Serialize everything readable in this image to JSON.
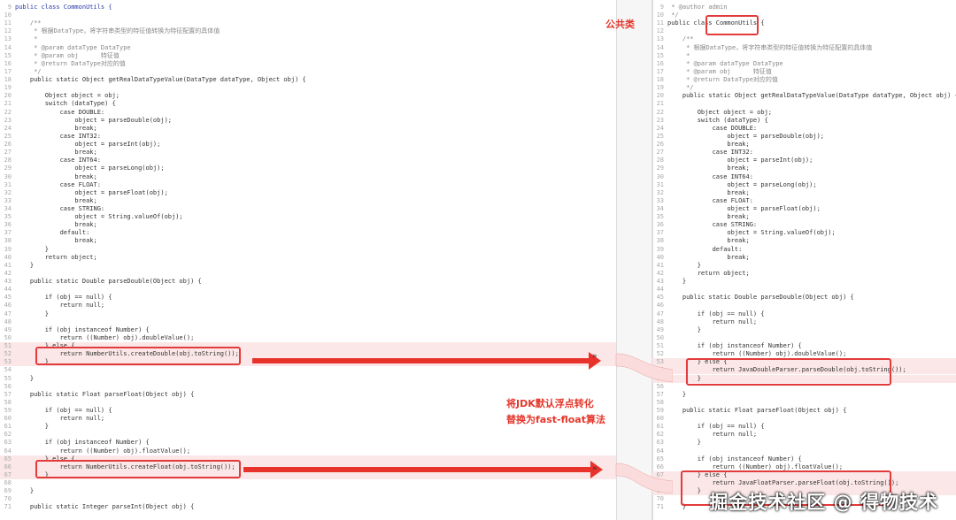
{
  "left": {
    "lines": [
      {
        "n": "9",
        "t": "public class CommonUtils {",
        "cls": "kw"
      },
      {
        "n": "10",
        "t": ""
      },
      {
        "n": "11",
        "t": "    /**",
        "cls": "c"
      },
      {
        "n": "12",
        "t": "     * 根据DataType，将字符串类型的特征值转换为特征配置的具体值",
        "cls": "c"
      },
      {
        "n": "13",
        "t": "     *",
        "cls": "c"
      },
      {
        "n": "14",
        "t": "     * @param dataType DataType",
        "cls": "c"
      },
      {
        "n": "15",
        "t": "     * @param obj      特征值",
        "cls": "c"
      },
      {
        "n": "16",
        "t": "     * @return DataType对应的值",
        "cls": "c"
      },
      {
        "n": "17",
        "t": "     */",
        "cls": "c"
      },
      {
        "n": "18",
        "t": "    public static Object getRealDataTypeValue(DataType dataType, Object obj) {"
      },
      {
        "n": "19",
        "t": ""
      },
      {
        "n": "20",
        "t": "        Object object = obj;"
      },
      {
        "n": "21",
        "t": "        switch (dataType) {"
      },
      {
        "n": "22",
        "t": "            case DOUBLE:"
      },
      {
        "n": "23",
        "t": "                object = parseDouble(obj);"
      },
      {
        "n": "24",
        "t": "                break;"
      },
      {
        "n": "25",
        "t": "            case INT32:"
      },
      {
        "n": "26",
        "t": "                object = parseInt(obj);"
      },
      {
        "n": "27",
        "t": "                break;"
      },
      {
        "n": "28",
        "t": "            case INT64:"
      },
      {
        "n": "29",
        "t": "                object = parseLong(obj);"
      },
      {
        "n": "30",
        "t": "                break;"
      },
      {
        "n": "31",
        "t": "            case FLOAT:"
      },
      {
        "n": "32",
        "t": "                object = parseFloat(obj);"
      },
      {
        "n": "33",
        "t": "                break;"
      },
      {
        "n": "34",
        "t": "            case STRING:"
      },
      {
        "n": "35",
        "t": "                object = String.valueOf(obj);"
      },
      {
        "n": "36",
        "t": "                break;"
      },
      {
        "n": "37",
        "t": "            default:"
      },
      {
        "n": "38",
        "t": "                break;"
      },
      {
        "n": "39",
        "t": "        }"
      },
      {
        "n": "40",
        "t": "        return object;"
      },
      {
        "n": "41",
        "t": "    }"
      },
      {
        "n": "42",
        "t": ""
      },
      {
        "n": "43",
        "t": "    public static Double parseDouble(Object obj) {"
      },
      {
        "n": "44",
        "t": ""
      },
      {
        "n": "45",
        "t": "        if (obj == null) {"
      },
      {
        "n": "46",
        "t": "            return null;"
      },
      {
        "n": "47",
        "t": "        }"
      },
      {
        "n": "48",
        "t": ""
      },
      {
        "n": "49",
        "t": "        if (obj instanceof Number) {"
      },
      {
        "n": "50",
        "t": "            return ((Number) obj).doubleValue();"
      },
      {
        "n": "51",
        "t": "        } else {",
        "hl": true
      },
      {
        "n": "52",
        "t": "            return NumberUtils.createDouble(obj.toString());",
        "hl": true
      },
      {
        "n": "53",
        "t": "        }",
        "hl": true
      },
      {
        "n": "54",
        "t": ""
      },
      {
        "n": "55",
        "t": "    }"
      },
      {
        "n": "56",
        "t": ""
      },
      {
        "n": "57",
        "t": "    public static Float parseFloat(Object obj) {"
      },
      {
        "n": "58",
        "t": ""
      },
      {
        "n": "59",
        "t": "        if (obj == null) {"
      },
      {
        "n": "60",
        "t": "            return null;"
      },
      {
        "n": "61",
        "t": "        }"
      },
      {
        "n": "62",
        "t": ""
      },
      {
        "n": "63",
        "t": "        if (obj instanceof Number) {"
      },
      {
        "n": "64",
        "t": "            return ((Number) obj).floatValue();"
      },
      {
        "n": "65",
        "t": "        } else {",
        "hl": true
      },
      {
        "n": "66",
        "t": "            return NumberUtils.createFloat(obj.toString());",
        "hl": true
      },
      {
        "n": "67",
        "t": "        }",
        "hl": true
      },
      {
        "n": "68",
        "t": ""
      },
      {
        "n": "69",
        "t": "    }"
      },
      {
        "n": "70",
        "t": ""
      },
      {
        "n": "71",
        "t": "    public static Integer parseInt(Object obj) {"
      }
    ]
  },
  "right": {
    "lines": [
      {
        "n": "9",
        "t": " * @author admin",
        "cls": "c"
      },
      {
        "n": "10",
        "t": " */",
        "cls": "c"
      },
      {
        "n": "11",
        "t": "public class CommonUtils {"
      },
      {
        "n": "12",
        "t": ""
      },
      {
        "n": "13",
        "t": "    /**",
        "cls": "c"
      },
      {
        "n": "14",
        "t": "     * 根据DataType，将字符串类型的特征值转换为特征配置的具体值",
        "cls": "c"
      },
      {
        "n": "15",
        "t": "     *",
        "cls": "c"
      },
      {
        "n": "16",
        "t": "     * @param dataType DataType",
        "cls": "c"
      },
      {
        "n": "17",
        "t": "     * @param obj      特征值",
        "cls": "c"
      },
      {
        "n": "18",
        "t": "     * @return DataType对应的值",
        "cls": "c"
      },
      {
        "n": "19",
        "t": "     */",
        "cls": "c"
      },
      {
        "n": "20",
        "t": "    public static Object getRealDataTypeValue(DataType dataType, Object obj) {"
      },
      {
        "n": "21",
        "t": ""
      },
      {
        "n": "22",
        "t": "        Object object = obj;"
      },
      {
        "n": "23",
        "t": "        switch (dataType) {"
      },
      {
        "n": "24",
        "t": "            case DOUBLE:"
      },
      {
        "n": "25",
        "t": "                object = parseDouble(obj);"
      },
      {
        "n": "26",
        "t": "                break;"
      },
      {
        "n": "27",
        "t": "            case INT32:"
      },
      {
        "n": "28",
        "t": "                object = parseInt(obj);"
      },
      {
        "n": "29",
        "t": "                break;"
      },
      {
        "n": "30",
        "t": "            case INT64:"
      },
      {
        "n": "31",
        "t": "                object = parseLong(obj);"
      },
      {
        "n": "32",
        "t": "                break;"
      },
      {
        "n": "33",
        "t": "            case FLOAT:"
      },
      {
        "n": "34",
        "t": "                object = parseFloat(obj);"
      },
      {
        "n": "35",
        "t": "                break;"
      },
      {
        "n": "36",
        "t": "            case STRING:"
      },
      {
        "n": "37",
        "t": "                object = String.valueOf(obj);"
      },
      {
        "n": "38",
        "t": "                break;"
      },
      {
        "n": "39",
        "t": "            default:"
      },
      {
        "n": "40",
        "t": "                break;"
      },
      {
        "n": "41",
        "t": "        }"
      },
      {
        "n": "42",
        "t": "        return object;"
      },
      {
        "n": "43",
        "t": "    }"
      },
      {
        "n": "44",
        "t": ""
      },
      {
        "n": "45",
        "t": "    public static Double parseDouble(Object obj) {"
      },
      {
        "n": "46",
        "t": ""
      },
      {
        "n": "47",
        "t": "        if (obj == null) {"
      },
      {
        "n": "48",
        "t": "            return null;"
      },
      {
        "n": "49",
        "t": "        }"
      },
      {
        "n": "50",
        "t": ""
      },
      {
        "n": "51",
        "t": "        if (obj instanceof Number) {"
      },
      {
        "n": "52",
        "t": "            return ((Number) obj).doubleValue();"
      },
      {
        "n": "53",
        "t": "        } else {",
        "hl": true
      },
      {
        "n": "54",
        "t": "            return JavaDoubleParser.parseDouble(obj.toString());",
        "hl": true
      },
      {
        "n": "55",
        "t": "        }",
        "hl": true
      },
      {
        "n": "56",
        "t": ""
      },
      {
        "n": "57",
        "t": "    }"
      },
      {
        "n": "58",
        "t": ""
      },
      {
        "n": "59",
        "t": "    public static Float parseFloat(Object obj) {"
      },
      {
        "n": "60",
        "t": ""
      },
      {
        "n": "61",
        "t": "        if (obj == null) {"
      },
      {
        "n": "62",
        "t": "            return null;"
      },
      {
        "n": "63",
        "t": "        }"
      },
      {
        "n": "64",
        "t": ""
      },
      {
        "n": "65",
        "t": "        if (obj instanceof Number) {"
      },
      {
        "n": "66",
        "t": "            return ((Number) obj).floatValue();"
      },
      {
        "n": "67",
        "t": "        } else {",
        "hl": true
      },
      {
        "n": "68",
        "t": "            return JavaFloatParser.parseFloat(obj.toString());",
        "hl": true
      },
      {
        "n": "69",
        "t": "        }",
        "hl": true
      },
      {
        "n": "70",
        "t": ""
      },
      {
        "n": "71",
        "t": "    }"
      }
    ]
  },
  "annotations": {
    "common_class": "公共类",
    "convert_line1": "将JDK默认浮点转化",
    "convert_line2": "替换为fast-float算法"
  },
  "gutter": {
    "marker": "»"
  },
  "watermark": "掘金技术社区 @ 得物技术",
  "colors": {
    "accent": "#e33b3b",
    "highlight": "#fbe7e7"
  }
}
